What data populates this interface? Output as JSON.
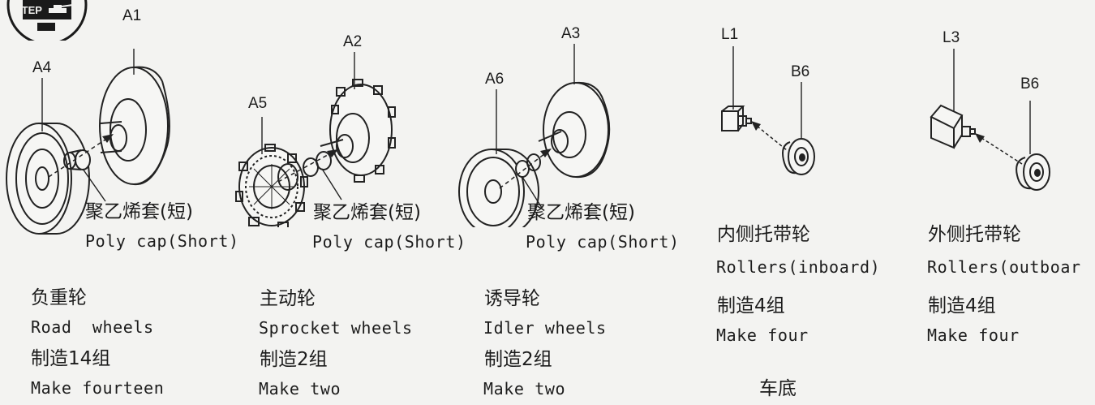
{
  "step_badge": {
    "text": "STEP"
  },
  "groups": [
    {
      "parts": [
        "A4",
        "A1"
      ],
      "cap_cn": "聚乙烯套(短)",
      "cap_en": "Poly cap(Short)",
      "name_cn": "负重轮",
      "name_en": "Road  wheels",
      "qty_cn": "制造14组",
      "qty_en": "Make fourteen"
    },
    {
      "parts": [
        "A5",
        "A2"
      ],
      "cap_cn": "聚乙烯套(短)",
      "cap_en": "Poly cap(Short)",
      "name_cn": "主动轮",
      "name_en": "Sprocket wheels",
      "qty_cn": "制造2组",
      "qty_en": "Make two"
    },
    {
      "parts": [
        "A6",
        "A3"
      ],
      "cap_cn": "聚乙烯套(短)",
      "cap_en": "Poly cap(Short)",
      "name_cn": "诱导轮",
      "name_en": "Idler wheels",
      "qty_cn": "制造2组",
      "qty_en": "Make two"
    },
    {
      "parts": [
        "L1",
        "B6"
      ],
      "name_cn": "内侧托带轮",
      "name_en": "Rollers(inboard)",
      "qty_cn": "制造4组",
      "qty_en": "Make four"
    },
    {
      "parts": [
        "L3",
        "B6"
      ],
      "name_cn": "外侧托带轮",
      "name_en": "Rollers(outboar",
      "qty_cn": "制造4组",
      "qty_en": "Make four"
    }
  ],
  "footer_cn": "车底"
}
